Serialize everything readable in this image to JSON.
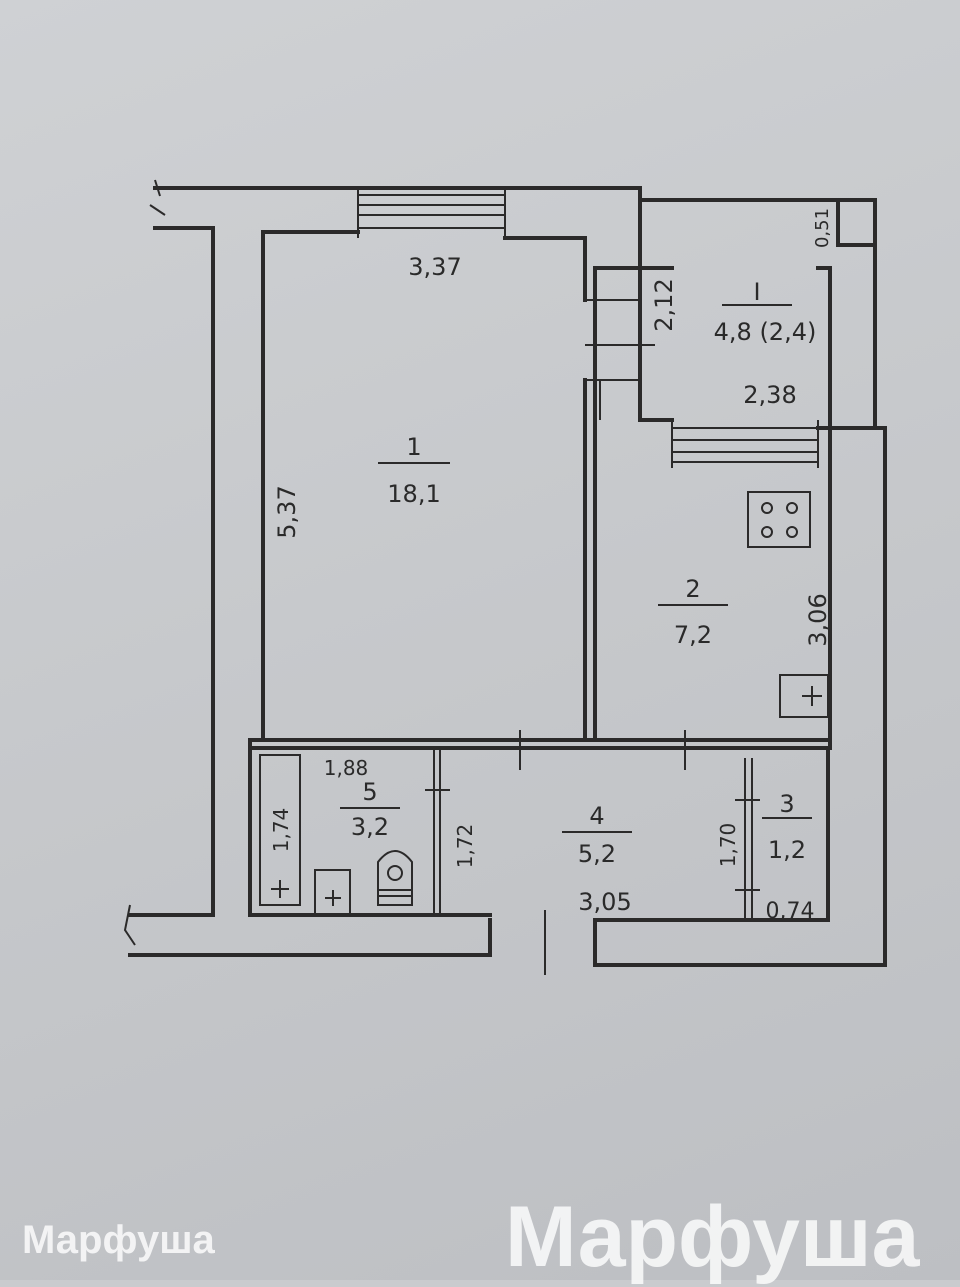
{
  "rooms": [
    {
      "number": "1",
      "area": "18,1"
    },
    {
      "number": "2",
      "area": "7,2"
    },
    {
      "number": "3",
      "area": "1,2"
    },
    {
      "number": "4",
      "area": "5,2"
    },
    {
      "number": "5",
      "area": "3,2"
    },
    {
      "number": "I",
      "area": "4,8 (2,4)"
    }
  ],
  "dimensions": {
    "room1_width": "3,37",
    "room1_length": "5,37",
    "balcony_depth": "2,12",
    "balcony_width": "2,38",
    "balcony_niche": "0,51",
    "kitchen_length": "3,06",
    "bath_width": "1,88",
    "bath_tub": "1,74",
    "hall_depth": "1,72",
    "hall_width": "3,05",
    "closet_depth": "1,70",
    "closet_width": "0,74"
  },
  "watermark": "Марфуша"
}
